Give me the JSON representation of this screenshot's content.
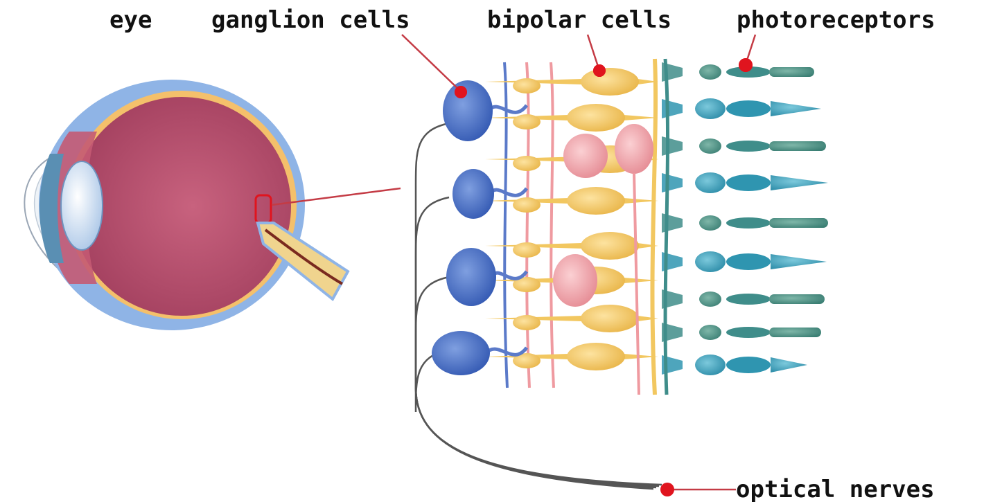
{
  "labels": {
    "eye": "eye",
    "ganglion": "ganglion cells",
    "bipolar": "bipolar cells",
    "photoreceptors": "photoreceptors",
    "optic": "optical nerves"
  },
  "colors": {
    "marker": "#e0141e",
    "ganglion": "#4a72c8",
    "bipolar": "#f2c760",
    "horizontal": "#ef9aa0",
    "rod": "#3f8d8a",
    "cone": "#2f95b0",
    "nerve": "#555555",
    "eyeball": "#b94c68",
    "sclera": "#8fb4e6"
  }
}
